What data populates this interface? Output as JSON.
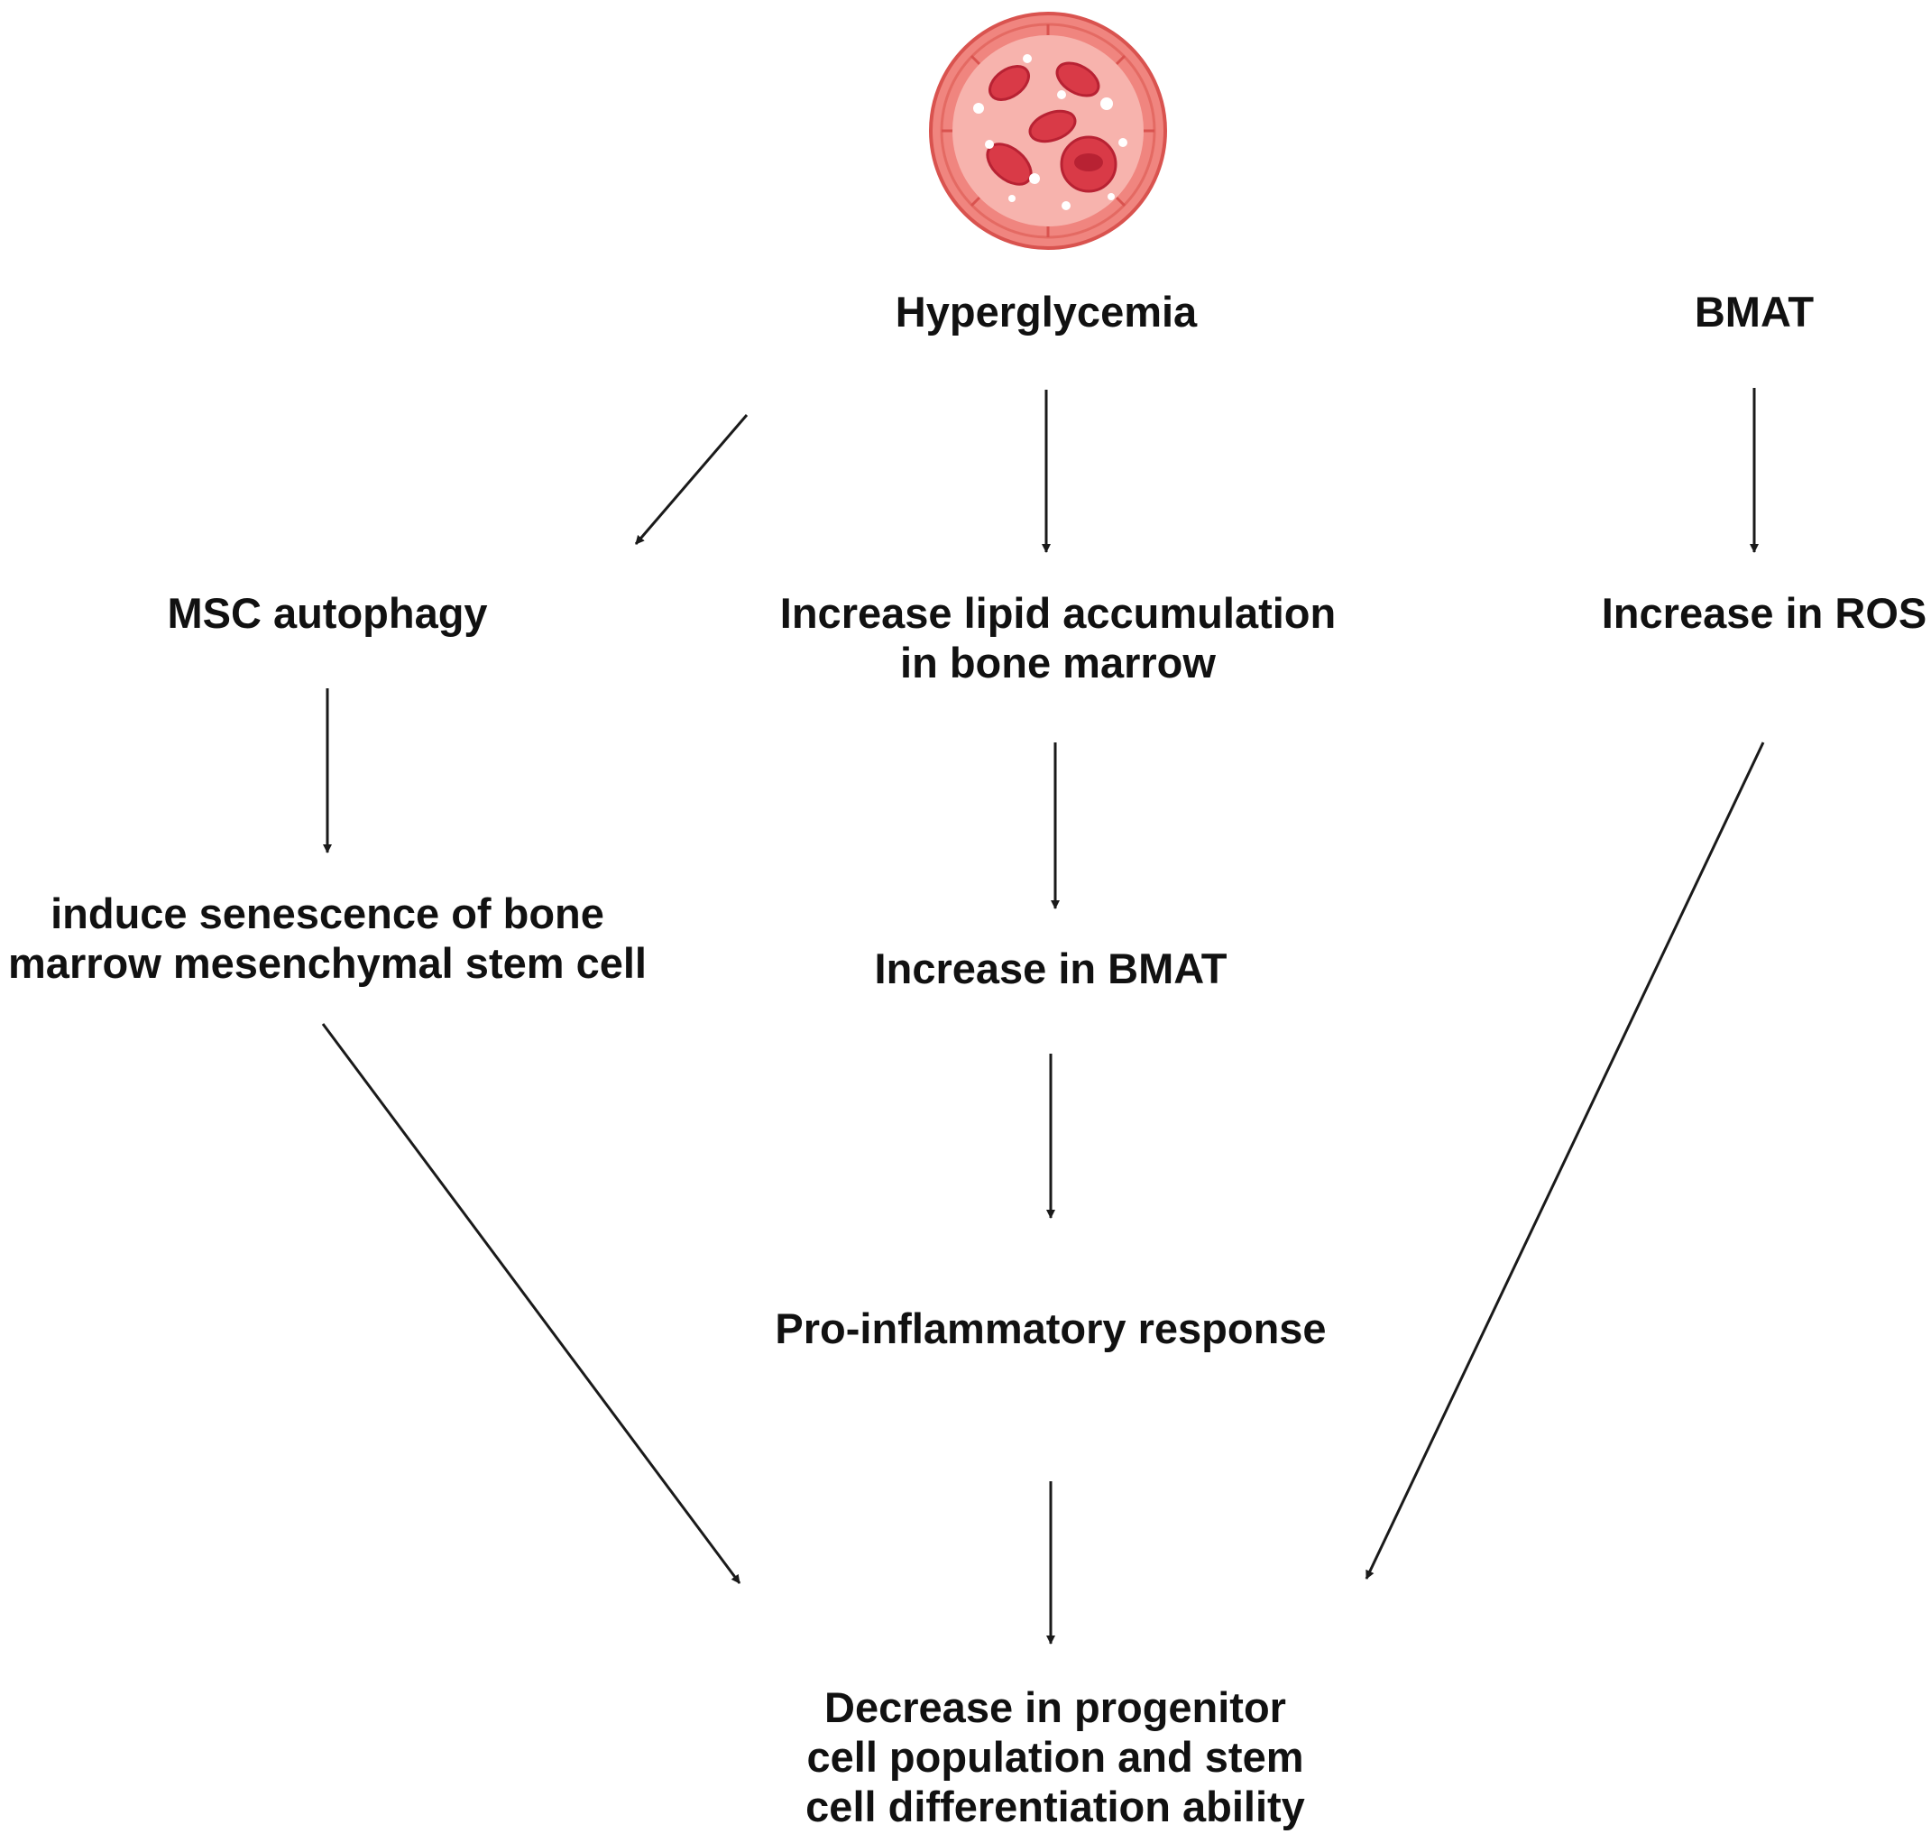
{
  "nodes": {
    "hyperglycemia": {
      "lines": [
        "Hyperglycemia"
      ]
    },
    "bmat": {
      "lines": [
        "BMAT"
      ]
    },
    "msc_autophagy": {
      "lines": [
        "MSC autophagy"
      ]
    },
    "lipid_accumulation": {
      "lines": [
        "Increase lipid accumulation",
        "in bone marrow"
      ]
    },
    "increase_ros": {
      "lines": [
        "Increase in ROS"
      ]
    },
    "senescence": {
      "lines": [
        "induce senescence of bone",
        "marrow mesenchymal stem cell"
      ]
    },
    "increase_bmat": {
      "lines": [
        "Increase in BMAT"
      ]
    },
    "pro_inflammatory": {
      "lines": [
        "Pro-inflammatory response"
      ]
    },
    "decrease_progenitor": {
      "lines": [
        "Decrease in progenitor",
        "cell population and stem",
        "cell differentiation ability"
      ]
    }
  },
  "edges": [
    {
      "from": "hyperglycemia",
      "to": "msc_autophagy"
    },
    {
      "from": "hyperglycemia",
      "to": "lipid_accumulation"
    },
    {
      "from": "bmat",
      "to": "increase_ros"
    },
    {
      "from": "msc_autophagy",
      "to": "senescence"
    },
    {
      "from": "lipid_accumulation",
      "to": "increase_bmat"
    },
    {
      "from": "increase_bmat",
      "to": "pro_inflammatory"
    },
    {
      "from": "senescence",
      "to": "decrease_progenitor"
    },
    {
      "from": "pro_inflammatory",
      "to": "decrease_progenitor"
    },
    {
      "from": "increase_ros",
      "to": "decrease_progenitor"
    }
  ],
  "illustration": {
    "icon": "blood-vessel-cross-section-icon"
  },
  "colors": {
    "text": "#111111",
    "arrow": "#1a1a1a",
    "vessel_outer": "#f0857f",
    "vessel_wall": "#d9534f",
    "vessel_inner": "#f7b3ad",
    "red_cell": "#d93a47",
    "red_cell_dark": "#b82233"
  }
}
